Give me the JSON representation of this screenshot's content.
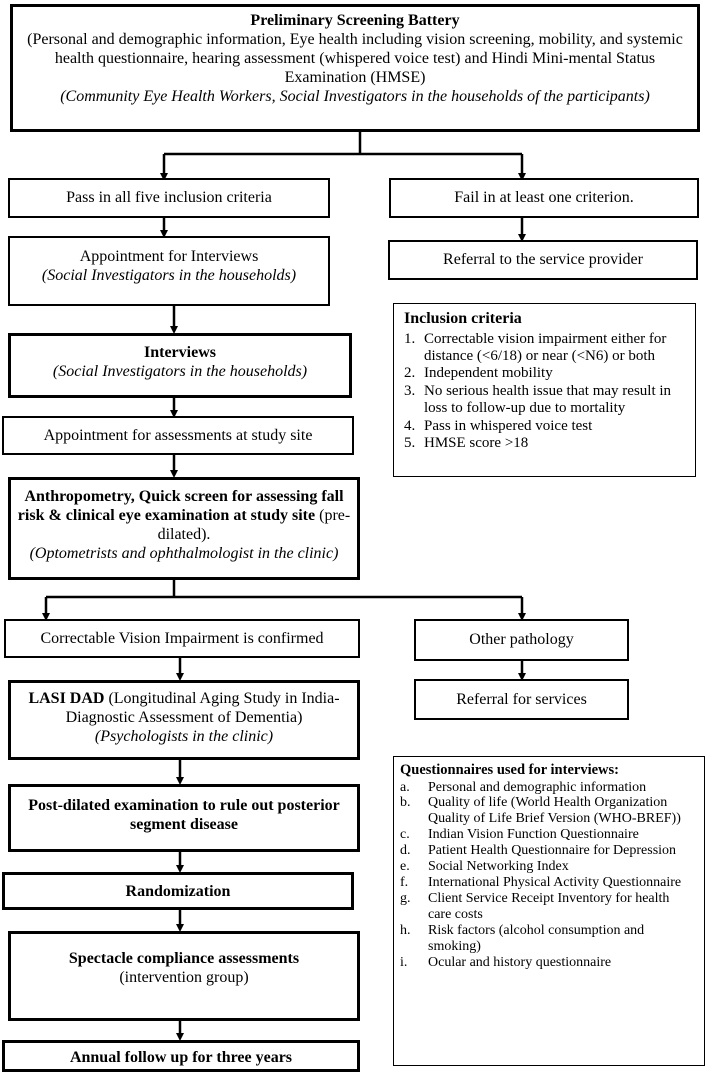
{
  "screening": {
    "title": "Preliminary Screening Battery",
    "details": "(Personal and demographic information, Eye health including vision screening, mobility, and systemic health questionnaire, hearing assessment (whispered voice test) and Hindi Mini-mental Status Examination (HMSE)",
    "performers": "(Community Eye Health Workers, Social Investigators in the households of the participants)"
  },
  "pass_box": "Pass in all five inclusion criteria",
  "fail_box": "Fail in at least one criterion.",
  "appointment_interviews": {
    "title": "Appointment for Interviews",
    "performers": "(Social Investigators in the households)"
  },
  "referral_provider": "Referral to the service provider",
  "interviews": {
    "title": "Interviews",
    "performers": "(Social Investigators in the households)"
  },
  "appointment_assessments": "Appointment for assessments at study site",
  "anthropometry": {
    "title": "Anthropometry, Quick screen for assessing fall risk & clinical eye examination at study site",
    "suffix": " (pre-dilated).",
    "performers": "(Optometrists and ophthalmologist in the clinic)"
  },
  "cvi_confirmed": "Correctable Vision Impairment is confirmed",
  "other_pathology": "Other pathology",
  "referral_services": "Referral for services",
  "lasi": {
    "title": "LASI DAD",
    "details": " (Longitudinal Aging Study in India-Diagnostic Assessment of Dementia)",
    "performers": "(Psychologists in the clinic)"
  },
  "post_dilated": "Post-dilated examination to rule out posterior segment disease",
  "randomization": "Randomization",
  "spectacle": {
    "title": "Spectacle compliance assessments",
    "subtitle": "(intervention group)"
  },
  "annual": "Annual follow up for three years",
  "inclusion": {
    "title": "Inclusion criteria",
    "items": [
      {
        "n": "1.",
        "text": "Correctable vision impairment either for distance (<6/18) or near (<N6) or both"
      },
      {
        "n": "2.",
        "text": "Independent mobility"
      },
      {
        "n": "3.",
        "text": "No serious health issue that may result in loss to follow-up due to mortality"
      },
      {
        "n": "4.",
        "text": "Pass in whispered voice test"
      },
      {
        "n": "5.",
        "text": "HMSE score >18"
      }
    ]
  },
  "questionnaires": {
    "title": "Questionnaires used for interviews:",
    "items": [
      {
        "n": "a.",
        "text": "Personal and demographic information"
      },
      {
        "n": "b.",
        "text": "Quality of life (World Health Organization Quality of Life Brief Version (WHO-BREF))"
      },
      {
        "n": "c.",
        "text": "Indian Vision Function Questionnaire"
      },
      {
        "n": "d.",
        "text": "Patient Health Questionnaire for Depression"
      },
      {
        "n": "e.",
        "text": "Social Networking Index"
      },
      {
        "n": "f.",
        "text": "International Physical Activity Questionnaire"
      },
      {
        "n": "g.",
        "text": "Client Service Receipt Inventory for health care costs"
      },
      {
        "n": "h.",
        "text": "Risk factors (alcohol consumption and smoking)"
      },
      {
        "n": "i.",
        "text": "Ocular and history questionnaire"
      }
    ]
  }
}
